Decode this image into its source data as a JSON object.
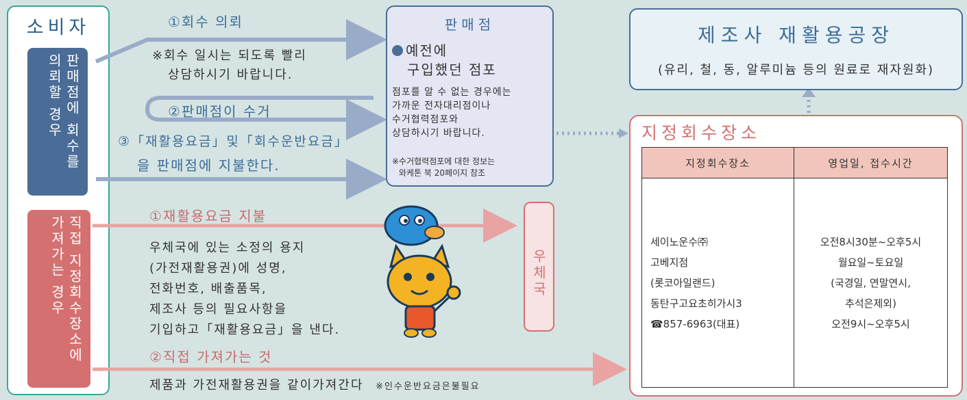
{
  "consumer": {
    "title": "소비자",
    "retailer_case": "판매점에 회수를 의뢰할 경우",
    "direct_case": "직접 지정회수장소에 가져가는 경우"
  },
  "retailer_flow": {
    "step1_label": "①회수 의뢰",
    "step1_note_1": "※회수 일시는 되도록 빨리",
    "step1_note_2": "상담하시기 바랍니다.",
    "step2_label": "②판매점이 수거",
    "step3_label_1": "③「재활용요금」및「회수운반요금」",
    "step3_label_2": "을 판매점에 지불한다."
  },
  "retailer": {
    "title": "판매점",
    "sub_1": "예전에",
    "sub_2": "구입했던 점포",
    "body_1": "점포를 알 수 없는 경우에는",
    "body_2": "가까운 전자대리점이나",
    "body_3": "수거협력점포와",
    "body_4": "상담하시기 바랍니다.",
    "note_1": "※수거협력점포에 대한 정보는",
    "note_2": "와케톤 북 20페이지 참조"
  },
  "direct_flow": {
    "step1_label": "①재활용요금 지불",
    "step1_line1": "우체국에 있는 소정의 용지",
    "step1_line2": "(가전재활용권)에 성명,",
    "step1_line3": "전화번호, 배출품목,",
    "step1_line4": "제조사 등의 필요사항을",
    "step1_line5": "기입하고「재활용요금」을 낸다.",
    "step2_label": "②직접 가져가는 것",
    "step2_line": "제품과 가전재활용권을 같이가져간다",
    "step2_note": "※인수운반요금은불필요"
  },
  "post_office": {
    "label": "우체국"
  },
  "factory": {
    "title": "제조사 재활용공장",
    "subtitle": "(유리, 철, 동, 알루미늄 등의 원료로 재자원화)"
  },
  "depot": {
    "title": "지정회수장소",
    "table": {
      "headers": [
        "지정회수장소",
        "영업일, 접수시간"
      ],
      "name_lines": [
        "세이노운수㈜",
        "고베지점",
        "(롯코아일랜드)",
        "동탄구고요초히가시3",
        "☎857-6963(대표)"
      ],
      "hours_lines": [
        "오전8시30분~오후5시",
        "월요일~토요일",
        "(국경일, 연말연시,",
        "추석은제외)",
        "오전9시~오후5시"
      ]
    }
  },
  "colors": {
    "blue_accent": "#4a6c96",
    "red_accent": "#d47070",
    "teal_border": "#3aa69a",
    "background": "#d5e4e2"
  }
}
